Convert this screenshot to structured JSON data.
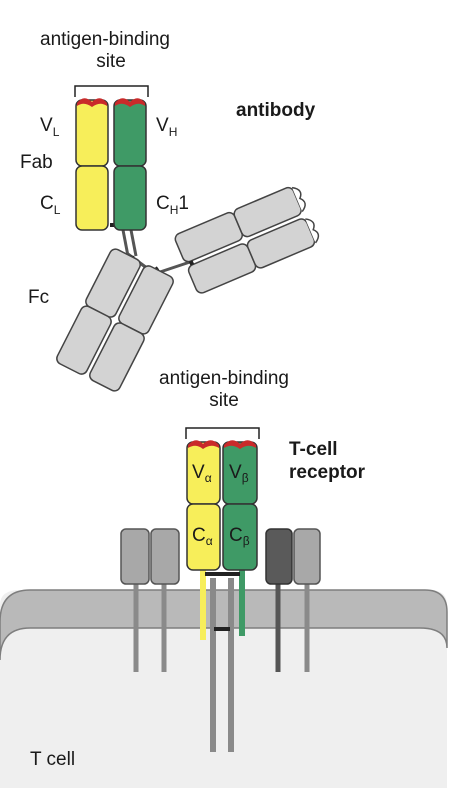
{
  "colors": {
    "light_chain": "#f7ee5a",
    "heavy_chain": "#3f9a66",
    "constant_gray": "#d3d3d3",
    "cell_fill": "#efefef",
    "membrane": "#b9b9b9",
    "dark_protein": "#5a5a5a",
    "antigen_site": "#c92a2a"
  },
  "antibody": {
    "title": "antibody",
    "site_line1": "antigen-binding",
    "site_line2": "site",
    "vl": "V",
    "vl_sub": "L",
    "vh": "V",
    "vh_sub": "H",
    "fab": "Fab",
    "cl": "C",
    "cl_sub": "L",
    "ch1": "C",
    "ch1_sub": "H",
    "ch1_suffix": "1",
    "fc": "Fc"
  },
  "tcr": {
    "site_line1": "antigen-binding",
    "site_line2": "site",
    "title_line1": "T-cell",
    "title_line2": "receptor",
    "va": "V",
    "va_sub": "α",
    "vb": "V",
    "vb_sub": "β",
    "ca": "C",
    "ca_sub": "α",
    "cb": "C",
    "cb_sub": "β"
  },
  "cell": {
    "label": "T cell"
  }
}
